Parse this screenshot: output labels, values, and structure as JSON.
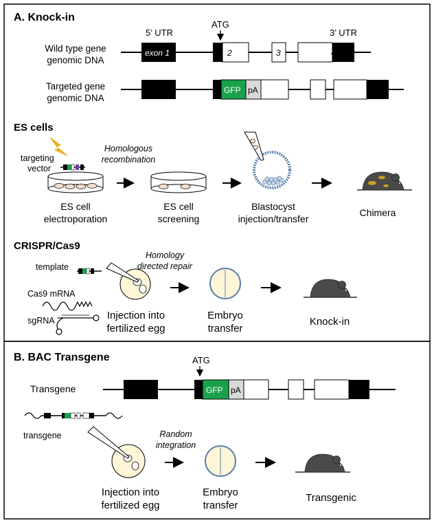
{
  "panel_a": {
    "title": "A. Knock-in",
    "utr5": "5’ UTR",
    "atg": "ATG",
    "utr3": "3’ UTR",
    "wt_label_1": "Wild type gene",
    "wt_label_2": "genomic DNA",
    "exon1": "exon 1",
    "exon2": "2",
    "exon3": "3",
    "exon4": "4",
    "tg_label_1": "Targeted gene",
    "tg_label_2": "genomic DNA",
    "gfp": "GFP",
    "pa": "pA"
  },
  "es": {
    "title": "ES cells",
    "targeting_1": "targeting",
    "targeting_2": "vector",
    "hr_1": "Homologous",
    "hr_2": "recombination",
    "step1_1": "ES cell",
    "step1_2": "electroporation",
    "step2_1": "ES cell",
    "step2_2": "screening",
    "step3_1": "Blastocyst",
    "step3_2": "injection/transfer",
    "step4": "Chimera"
  },
  "crispr": {
    "title": "CRISPR/Cas9",
    "template": "template",
    "cas9": "Cas9 mRNA",
    "sgrna": "sgRNA",
    "hdr_1": "Homology",
    "hdr_2": "directed repair",
    "step1_1": "Injection into",
    "step1_2": "fertilized egg",
    "step2_1": "Embryo",
    "step2_2": "transfer",
    "step3": "Knock-in"
  },
  "panel_b": {
    "title": "B. BAC Transgene",
    "atg": "ATG",
    "transgene_label": "Transgene",
    "gfp": "GFP",
    "pa": "pA",
    "transgene_small": "transgene",
    "ri_1": "Random",
    "ri_2": "integration",
    "step1_1": "Injection into",
    "step1_2": "fertilized egg",
    "step2_1": "Embryo",
    "step2_2": "transfer",
    "step3": "Transgenic"
  },
  "colors": {
    "exon_fill": "#000000",
    "gfp_green": "#19a24a",
    "pa_gray": "#d9d9d9",
    "egg_fill": "#fdf6d8",
    "cell_fill": "#f7dccb",
    "bolt": "#f5b800",
    "mouse": "#4a4a4a",
    "chimera_spot": "#c9a020",
    "embryo_blue": "#5b7fb0",
    "vector_purple": "#6b3fa0"
  }
}
